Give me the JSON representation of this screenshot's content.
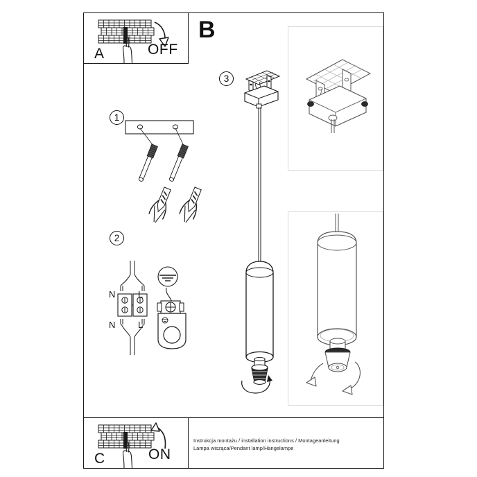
{
  "document": {
    "type": "installation-instruction-sheet",
    "caption_line_1": "Instrukcja montażu / installation instructions / Montageanleitung",
    "caption_line_2": "Lampa wisząca/Pendant lamp/Hängelampe"
  },
  "panels": {
    "a": {
      "letter": "A",
      "action_label": "OFF",
      "icon": "circuit-breaker-panel-icon",
      "hand_icon": "hand-pointing-icon",
      "arrow_icon": "arrow-down-curved-icon"
    },
    "c": {
      "letter": "C",
      "action_label": "ON",
      "icon": "circuit-breaker-panel-icon",
      "hand_icon": "hand-pointing-icon",
      "arrow_icon": "arrow-up-curved-icon"
    },
    "b": {
      "letter": "B"
    }
  },
  "steps": [
    {
      "number": "1",
      "name": "mount-bracket-and-anchors",
      "description": "ceiling bracket plate with two screws and wall anchors"
    },
    {
      "number": "2",
      "name": "wiring-terminal-connection",
      "description": "terminal block wiring with neutral and live conductors plus earth terminal"
    },
    {
      "number": "3",
      "name": "attach-canopy-to-bracket",
      "description": "canopy housing fixed onto the ceiling bracket"
    }
  ],
  "wiring": {
    "neutral_top": "N",
    "live_top": "L",
    "neutral_bottom": "N",
    "live_bottom": "L",
    "earth_symbol": "earth-ground-icon"
  },
  "details": {
    "top_panel": {
      "name": "ceiling-bracket-detail",
      "description": "enlarged view of canopy fixed to ceiling bracket"
    },
    "bottom_panel": {
      "name": "bulb-insertion-detail",
      "description": "enlarged view of lamp tube with GU10 bulb and rotation arrows"
    }
  },
  "main_illustration": {
    "name": "pendant-lamp-assembly",
    "description": "cylindrical pendant lamp suspended by cable with bulb at bottom"
  },
  "colors": {
    "line": "#1a1a1a",
    "detail_border": "#d8d8d8",
    "fill": "#ffffff",
    "shade": "#4a4a4a"
  }
}
